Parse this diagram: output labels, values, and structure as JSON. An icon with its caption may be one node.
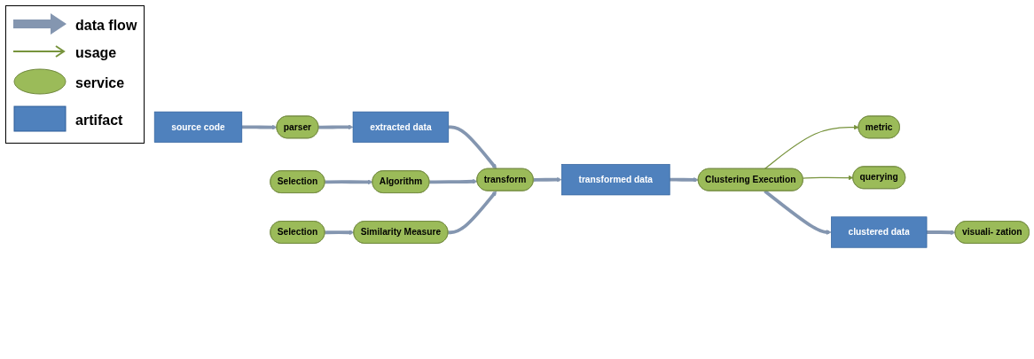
{
  "diagram": {
    "nodes": [
      {
        "text": [
          "source code"
        ]
      },
      {
        "text": [
          "parser"
        ]
      },
      {
        "text": [
          "extracted data"
        ]
      },
      {
        "text": [
          "Selection"
        ]
      },
      {
        "text": [
          "Algorithm"
        ]
      },
      {
        "text": [
          "Selection"
        ]
      },
      {
        "text": [
          "Similarity Measure"
        ]
      },
      {
        "text": [
          "transform"
        ]
      },
      {
        "text": [
          "transformed data"
        ]
      },
      {
        "text": [
          "Clustering Execution"
        ]
      },
      {
        "text": [
          "metric"
        ]
      },
      {
        "text": [
          "querying"
        ]
      },
      {
        "text": [
          "clustered data"
        ]
      },
      {
        "text": [
          "visuali- zation"
        ]
      }
    ],
    "edges": [
      {
        "from": 0,
        "to": 1,
        "arrow": "to"
      },
      {
        "from": 1,
        "to": 2,
        "arrow": "to"
      },
      {
        "from": 2,
        "to": 7,
        "arrow": "to"
      },
      {
        "from": 3,
        "to": 4,
        "arrow": "to"
      },
      {
        "from": 5,
        "to": 6,
        "arrow": "to"
      },
      {
        "from": 4,
        "to": 7,
        "arrow": "to"
      },
      {
        "from": 6,
        "to": 7,
        "arrow": "to"
      },
      {
        "from": 7,
        "to": 8,
        "arrow": "to"
      },
      {
        "from": 8,
        "to": 9,
        "arrow": "to"
      },
      {
        "from": 9,
        "to": 10,
        "arrow": "to",
        "color": "#77933c"
      },
      {
        "from": 9,
        "to": 11,
        "arrow": "to",
        "color": "#77933c"
      },
      {
        "from": 9,
        "to": 12,
        "arrow": "to"
      },
      {
        "from": 12,
        "to": 13,
        "arrow": "to"
      }
    ],
    "legend": [
      {
        "text": "data flow"
      },
      {
        "text": "usage"
      },
      {
        "text": "service"
      },
      {
        "text": "artifact"
      }
    ]
  }
}
